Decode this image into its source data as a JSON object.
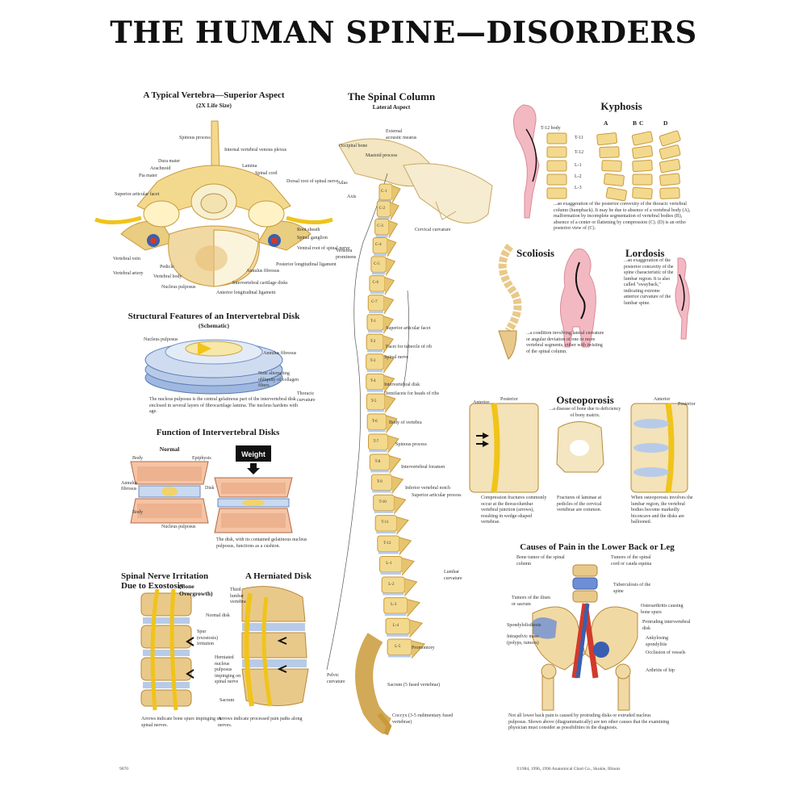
{
  "title": "THE HUMAN SPINE—DISORDERS",
  "sections": {
    "vertebra": {
      "title": "A Typical Vertebra—Superior Aspect",
      "subtitle": "(2X Life Size)",
      "labels": [
        "Spinous process",
        "Internal vertebral venous plexus",
        "Dura mater",
        "Arachnoid",
        "Pia mater",
        "Lamina",
        "Spinal cord",
        "Dorsal root of spinal nerve",
        "Superior articular facet",
        "Root sheath",
        "Spinal ganglion",
        "Ventral root of spinal nerve",
        "Vertebral vein",
        "Vertebral artery",
        "Pedicle",
        "Vertebral body",
        "Annulus fibrosus",
        "Posterior longitudinal ligament",
        "Nucleus pulposus",
        "Intervertebral cartilage disks",
        "Anterior longitudinal ligament"
      ]
    },
    "disk": {
      "title": "Structural Features of an Intervertebral Disk",
      "subtitle": "(Schematic)",
      "labels": [
        "Nucleus pulposus",
        "Annulus fibrosus",
        "Note alternating obliquity of collagen fibers"
      ],
      "caption": "The nucleus pulposus is the central gelatinous part of the intervertebral disk enclosed in several layers of fibrocartilage lamina. The nucleus hardens with age."
    },
    "function": {
      "title": "Function of Intervertebral Disks",
      "normal": "Normal",
      "weight": "Weight",
      "labels": [
        "Body",
        "Epiphysis",
        "Annulus fibrosus",
        "Disk",
        "Body",
        "Nucleus pulposus"
      ],
      "caption": "The disk, with its contained gelatinous nucleus pulposus, functions as a cushion."
    },
    "irritation": {
      "title": "Spinal Nerve Irritation",
      "title2": "Due to Exostosis",
      "title2b": "(Bone Overgrowth)",
      "labels": [
        "Normal disk",
        "Spur (exostosis) irritation"
      ],
      "caption": "Arrows indicate bone spurs impinging on spinal nerves."
    },
    "herniated": {
      "title": "A Herniated Disk",
      "labels": [
        "Third lumbar vertebra",
        "Herniated nucleus pulposus impinging on spinal nerve",
        "Sacrum"
      ],
      "caption": "Arrows indicate processed pain paths along nerves."
    },
    "column": {
      "title": "The Spinal Column",
      "subtitle": "Lateral Aspect",
      "labels": [
        "Occipital bone",
        "External acoustic meatus",
        "Mastoid process",
        "Atlas",
        "Axis",
        "Cervical curvature",
        "Vertebra prominens",
        "Superior articular facet",
        "Facet for tubercle of rib",
        "Spinal nerve",
        "Intervertebral disk",
        "Demifacets for heads of ribs",
        "Body of vertebra",
        "Spinous process",
        "Intervertebral foramen",
        "Thoracic curvature",
        "Inferior vertebral notch",
        "Superior articular process",
        "Lumbar curvature",
        "Promontory",
        "Sacrum (5 fused vertebrae)",
        "Pelvic curvature",
        "Coccyx (3-5 rudimentary fused vertebrae)"
      ],
      "vertebrae": [
        "C-1",
        "C-2",
        "C-3",
        "C-4",
        "C-5",
        "C-6",
        "C-7",
        "T-1",
        "T-2",
        "T-3",
        "T-4",
        "T-5",
        "T-6",
        "T-7",
        "T-8",
        "T-9",
        "T-10",
        "T-11",
        "T-12",
        "L-1",
        "L-2",
        "L-3",
        "L-4",
        "L-5"
      ]
    },
    "kyphosis": {
      "title": "Kyphosis",
      "letters": [
        "A",
        "B",
        "C",
        "D"
      ],
      "labels": [
        "T-12 body",
        "T-11",
        "T-12",
        "L-1",
        "L-2",
        "L-3"
      ],
      "caption": "...an exaggeration of the posterior convexity of the thoracic vertebral column (humpback). It may be due to absence of a vertebral body (A), malformation by incomplete segmentation of vertebral bodies (B), absence of a center or flattening by compression (C). (D) is an ortho posterior view of (C)."
    },
    "scoliosis": {
      "title": "Scoliosis",
      "caption": "...a condition involving lateral curvature or angular deviation of one or more vertebral segments, either with twisting of the spinal column."
    },
    "lordosis": {
      "title": "Lordosis",
      "caption": "...an exaggeration of the posterior concavity of the spine characteristic of the lumbar region. It is also called \"swayback,\" indicating extreme anterior curvature of the lumbar spine."
    },
    "osteoporosis": {
      "title": "Osteoporosis",
      "subtitle": "...a disease of bone due to deficiency of bony matrix.",
      "labels": [
        "Anterior",
        "Posterior",
        "Anterior",
        "Posterior"
      ],
      "caption1": "Compression fractures commonly occur at the thoracolumbar vertebral junction (arrows), resulting in wedge-shaped vertebrae.",
      "caption2": "Fractures of laminae at pedicles of the cervical vertebrae are common.",
      "caption3": "When osteoporosis involves the lumbar region, the vertebral bodies become markedly biconcave and the disks are ballooned."
    },
    "pain": {
      "title": "Causes of Pain in the Lower Back or Leg",
      "labels": [
        "Bone tumor of the spinal column",
        "Tumors of the spinal cord or cauda equina",
        "Tuberculosis of the spine",
        "Tumors of the ilium or sacrum",
        "Osteoarthritis causing bone spurs",
        "Protruding intervertebral disk",
        "Spondylolisthesis",
        "Intrapelvic mass (polyps, tumors)",
        "Ankylosing spondylitis",
        "Occlusion of vessels",
        "Arthritis of hip"
      ],
      "caption": "Not all lower back pain is caused by protruding disks or extruded nucleus pulposus. Shown above (diagrammatically) are ten other causes that the examining physician must consider as possibilities in the diagnosis."
    }
  },
  "footer": {
    "code": "9070",
    "copyright": "©1984, 1996, 1996 Anatomical Chart Co., Skokie, Illinois"
  },
  "colors": {
    "bone": "#f3d98e",
    "bone_dark": "#c99a3a",
    "nerve": "#f0c419",
    "disk": "#b7cbe8",
    "marrow": "#d77a6a",
    "artery": "#d23a2a",
    "vein": "#3a5fb0",
    "skin": "#f3b9c3"
  }
}
